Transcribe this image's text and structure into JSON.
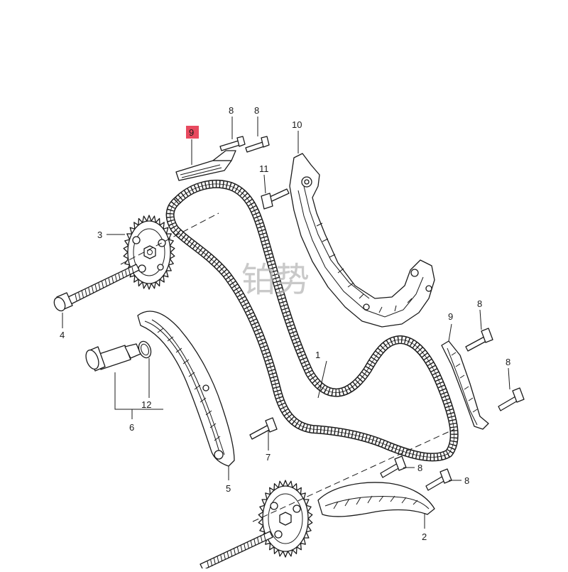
{
  "callouts": {
    "chain": "1",
    "lower_guide": "2",
    "upper_sprocket": "3",
    "sprocket_bolt": "4",
    "tensioner_rail": "5",
    "tensioner_assembly": "6",
    "rail_bolt": "7",
    "bolt_8a": "8",
    "bolt_8b": "8",
    "bolt_8c": "8",
    "bolt_8d": "8",
    "bolt_8e": "8",
    "bolt_8f": "8",
    "top_guide_highlighted": "9",
    "right_guide": "9",
    "upper_rail": "10",
    "rail_pivot_bolt": "11",
    "seal_ring": "12"
  },
  "watermark": "铂势",
  "colors": {
    "highlight": "#e84a5f",
    "line": "#1a1a1a",
    "watermark": "#b8b8b8"
  }
}
